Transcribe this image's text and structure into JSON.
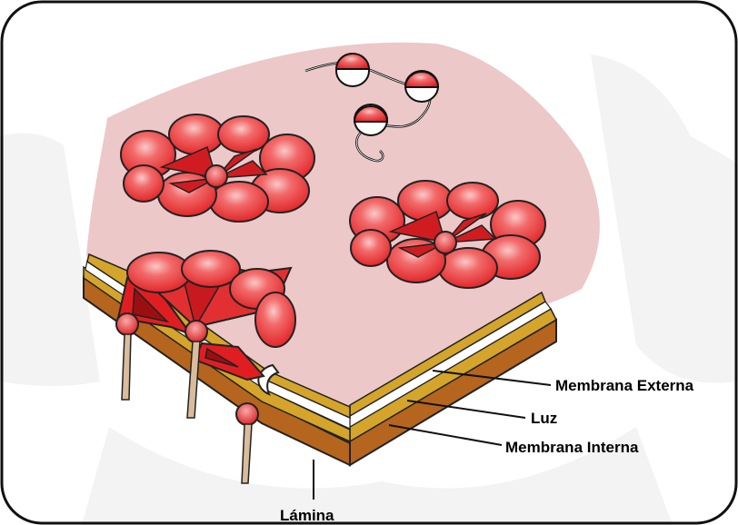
{
  "labels": {
    "outer_membrane": "Membrana Externa",
    "lumen": "Luz",
    "inner_membrane": "Membrana Interna",
    "lamina": "Lámina"
  },
  "colors": {
    "frame": "#111111",
    "membrane_surface": "#ecc8c8",
    "membrane_gold": "#d4a52a",
    "lumen_white": "#ffffff",
    "lamina_brown": "#b5651d",
    "pore_red": "#e8282a",
    "pore_highlight": "#f7a0a0",
    "background_watermark": "#f2f2f2"
  },
  "icons": {
    "nuclear_pore": "nuclear-pore-complex-icon",
    "rna": "rna-strand-icon"
  }
}
